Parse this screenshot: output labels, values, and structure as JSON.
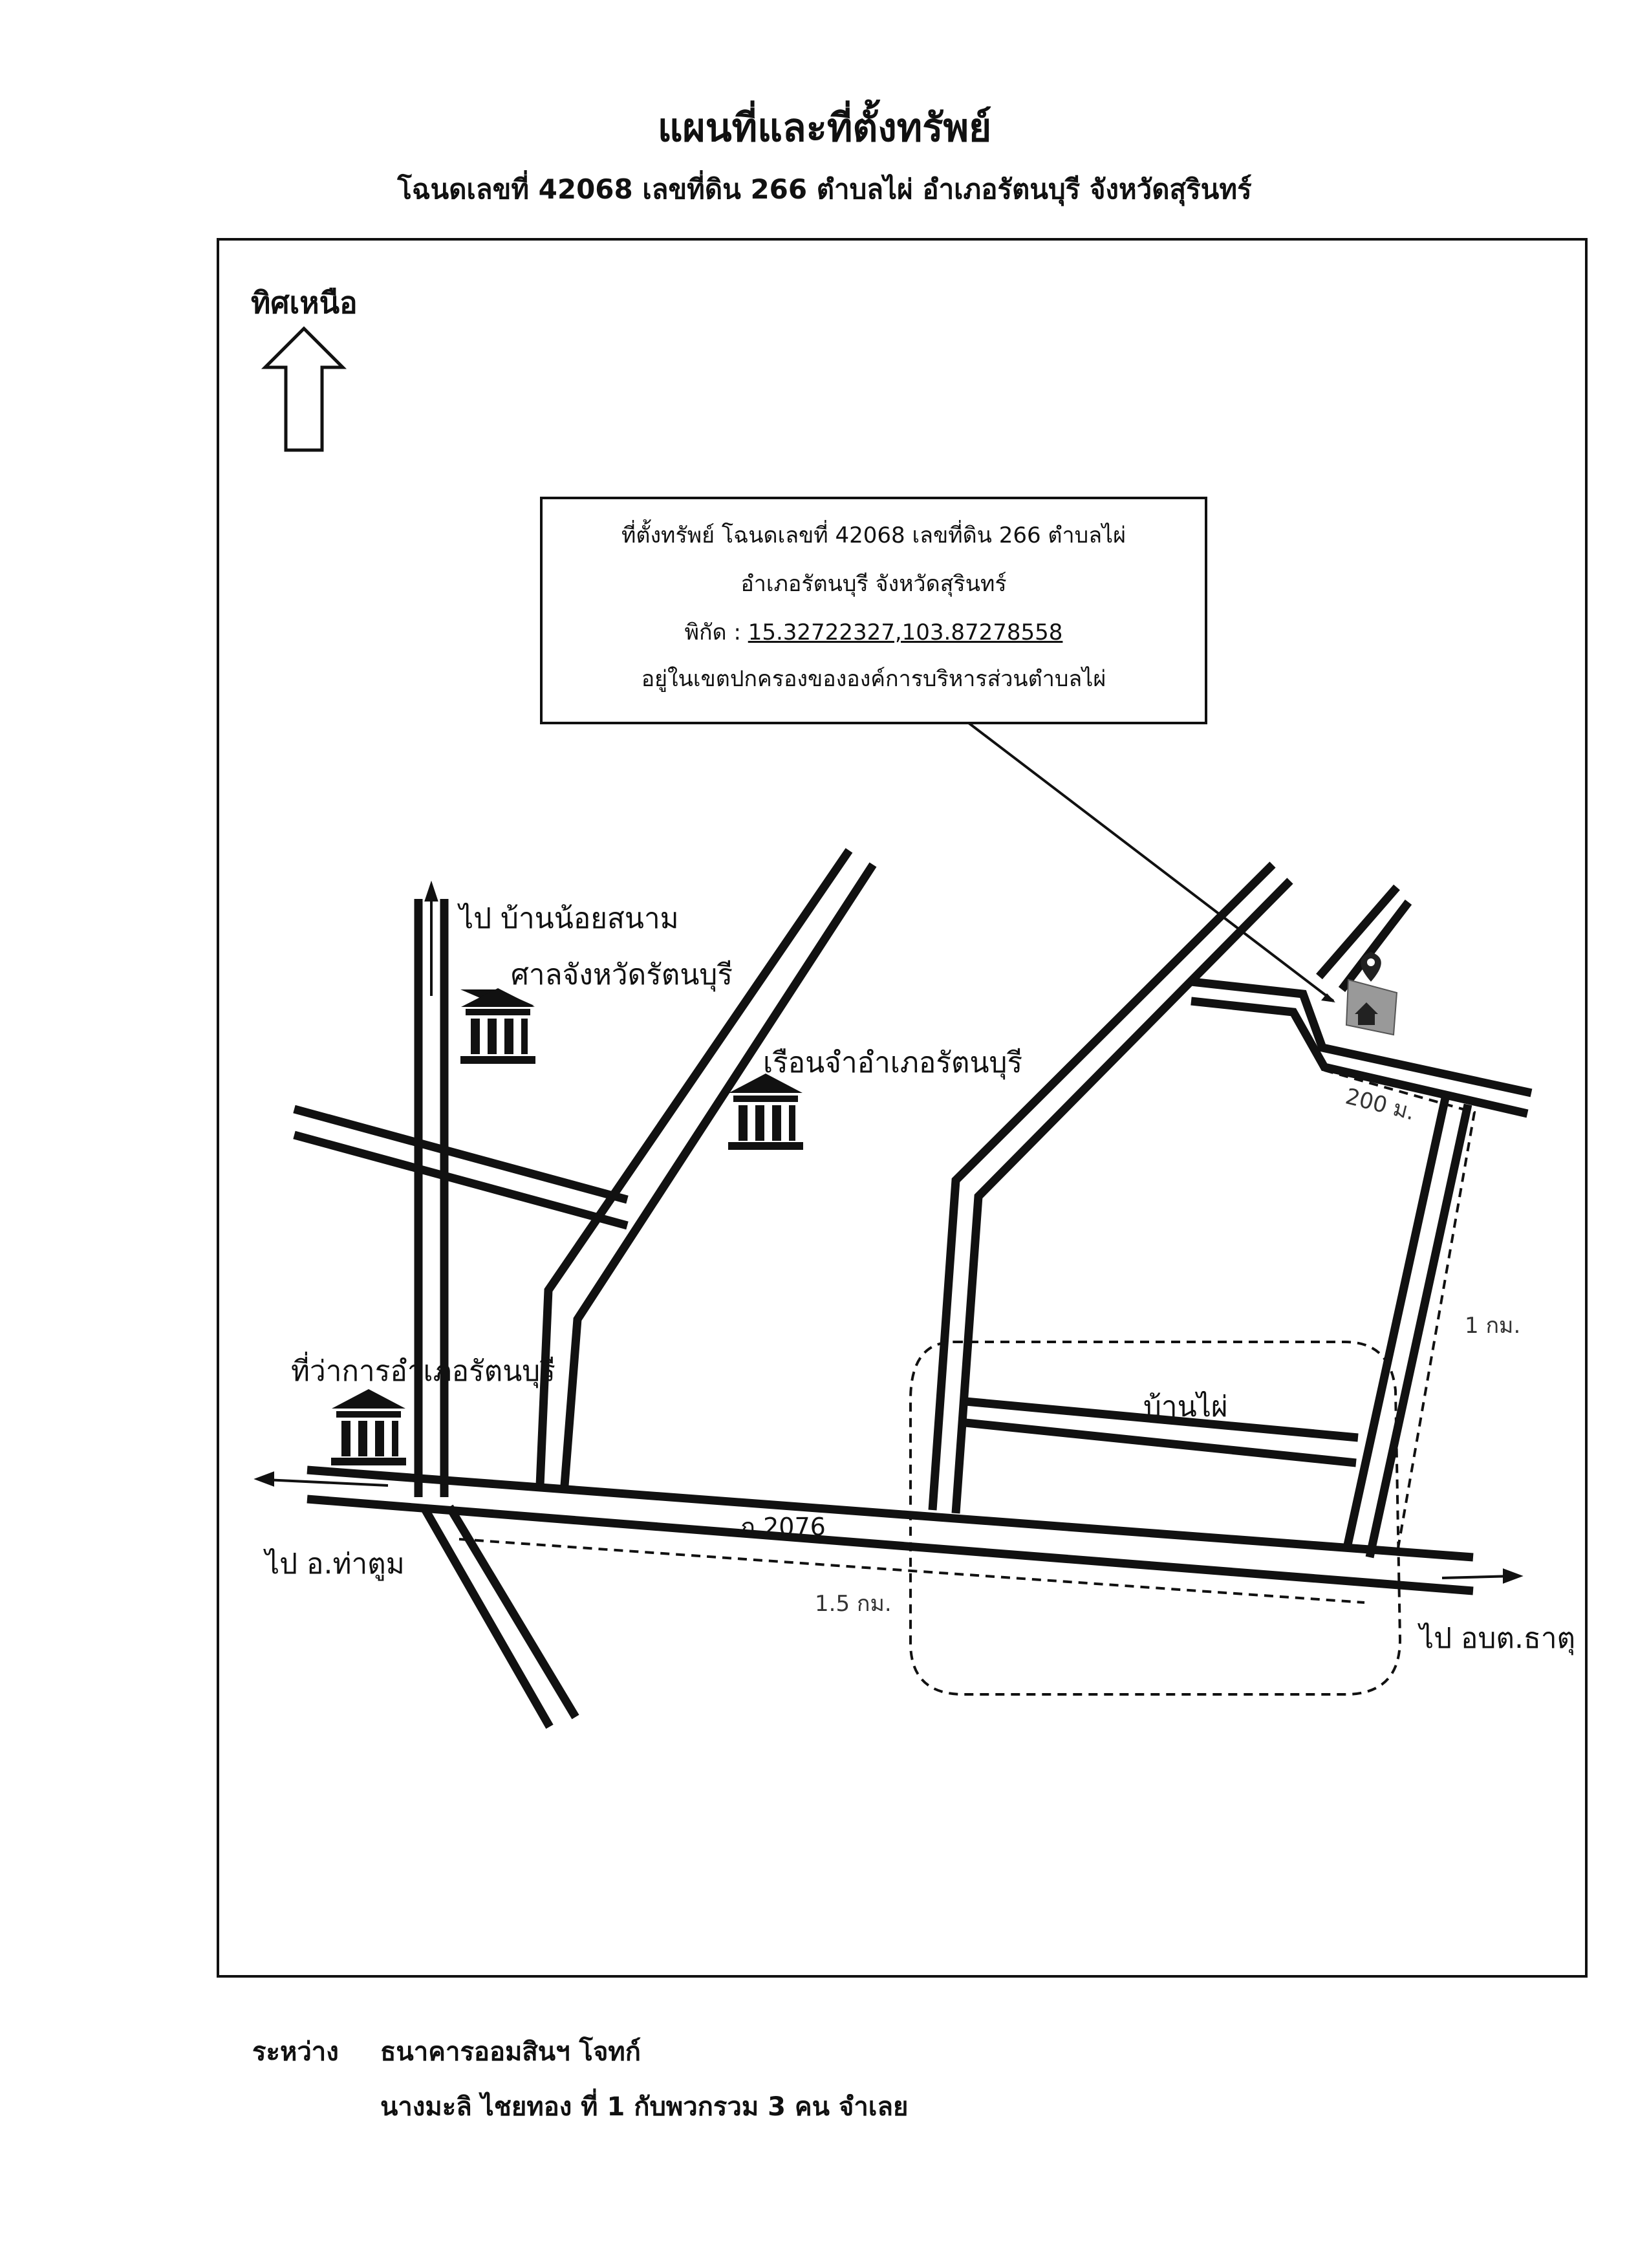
{
  "header": {
    "title": "แผนที่และที่ตั้งทรัพย์",
    "subtitle": "โฉนดเลขที่ 42068 เลขที่ดิน 266 ตำบลไผ่ อำเภอรัตนบุรี จังหวัดสุรินทร์"
  },
  "north": {
    "label": "ทิศเหนือ",
    "icon": "north-arrow-icon"
  },
  "infobox": {
    "line1": "ที่ตั้งทรัพย์ โฉนดเลขที่ 42068 เลขที่ดิน 266 ตำบลไผ่",
    "line2": "อำเภอรัตนบุรี จังหวัดสุรินทร์",
    "coord_label": "พิกัด :",
    "coords": "15.32722327,103.87278558",
    "line4": "อยู่ในเขตปกครองขององค์การบริหารส่วนตำบลไผ่"
  },
  "places": {
    "to_ban_noi_sanam": "ไป  บ้านน้อยสนาม",
    "court": "ศาลจังหวัดรัตนบุรี",
    "prison": "เรือนจำอำเภอรัตนบุรี",
    "district_office": "ที่ว่าการอำเภอรัตนบุรี",
    "to_tha_tum": "ไป  อ.ท่าตูม",
    "road_name": "ถ.2076",
    "ban_phai": "บ้านไผ่",
    "to_obt_that": "ไป  อบต.ธาตุ"
  },
  "distances": {
    "d200": "200 ม.",
    "d1km": "1 กม.",
    "d15km": "1.5 กม."
  },
  "footer": {
    "between_label": "ระหว่าง",
    "party1": "ธนาคารออมสินฯ โจทก์",
    "party2": "นางมะลิ ไชยทอง ที่ 1 กับพวกรวม 3 คน  จำเลย"
  },
  "icons": [
    "north-arrow-icon",
    "government-building-icon",
    "location-pin-icon",
    "house-icon"
  ]
}
